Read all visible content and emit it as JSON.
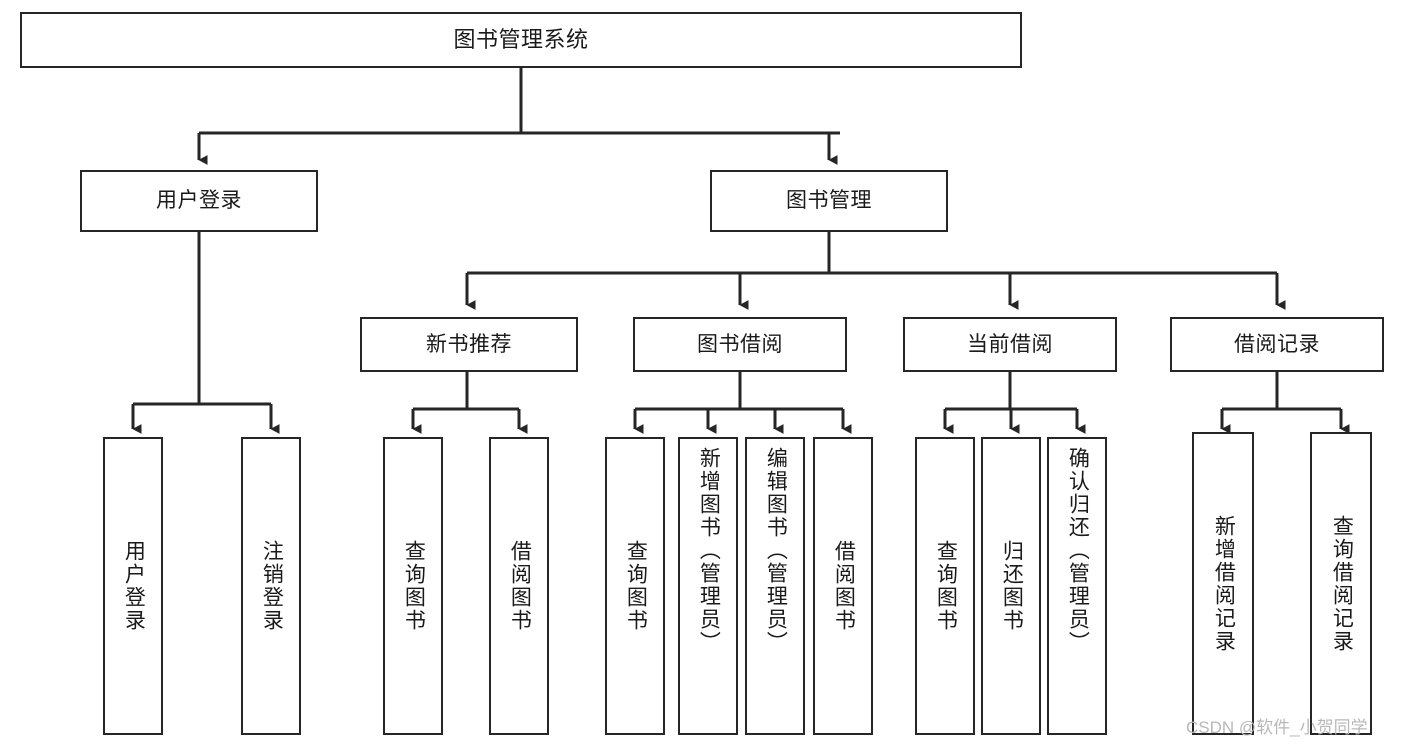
{
  "diagram": {
    "type": "hierarchy-tree",
    "title": "图书管理系统",
    "root": {
      "label": "图书管理系统"
    },
    "level2": [
      {
        "label": "用户登录"
      },
      {
        "label": "图书管理"
      }
    ],
    "level3": [
      {
        "label": "新书推荐"
      },
      {
        "label": "图书借阅"
      },
      {
        "label": "当前借阅"
      },
      {
        "label": "借阅记录"
      }
    ],
    "leaves": {
      "user_login": [
        {
          "label": "用户登录"
        },
        {
          "label": "注销登录"
        }
      ],
      "new_book_recommend": [
        {
          "label": "查询图书"
        },
        {
          "label": "借阅图书"
        }
      ],
      "book_borrow": [
        {
          "label": "查询图书"
        },
        {
          "label": "新增图书（管理员）"
        },
        {
          "label": "编辑图书（管理员）"
        },
        {
          "label": "借阅图书"
        }
      ],
      "current_borrow": [
        {
          "label": "查询图书"
        },
        {
          "label": "归还图书"
        },
        {
          "label": "确认归还（管理员）"
        }
      ],
      "borrow_records": [
        {
          "label": "新增借阅记录"
        },
        {
          "label": "查询借阅记录"
        }
      ]
    }
  },
  "watermark": {
    "text": "CSDN @软件_小贺同学"
  },
  "colors": {
    "stroke": "#262626",
    "background": "#ffffff",
    "text": "#1a1a1a",
    "watermark": "#b8b8b8"
  }
}
